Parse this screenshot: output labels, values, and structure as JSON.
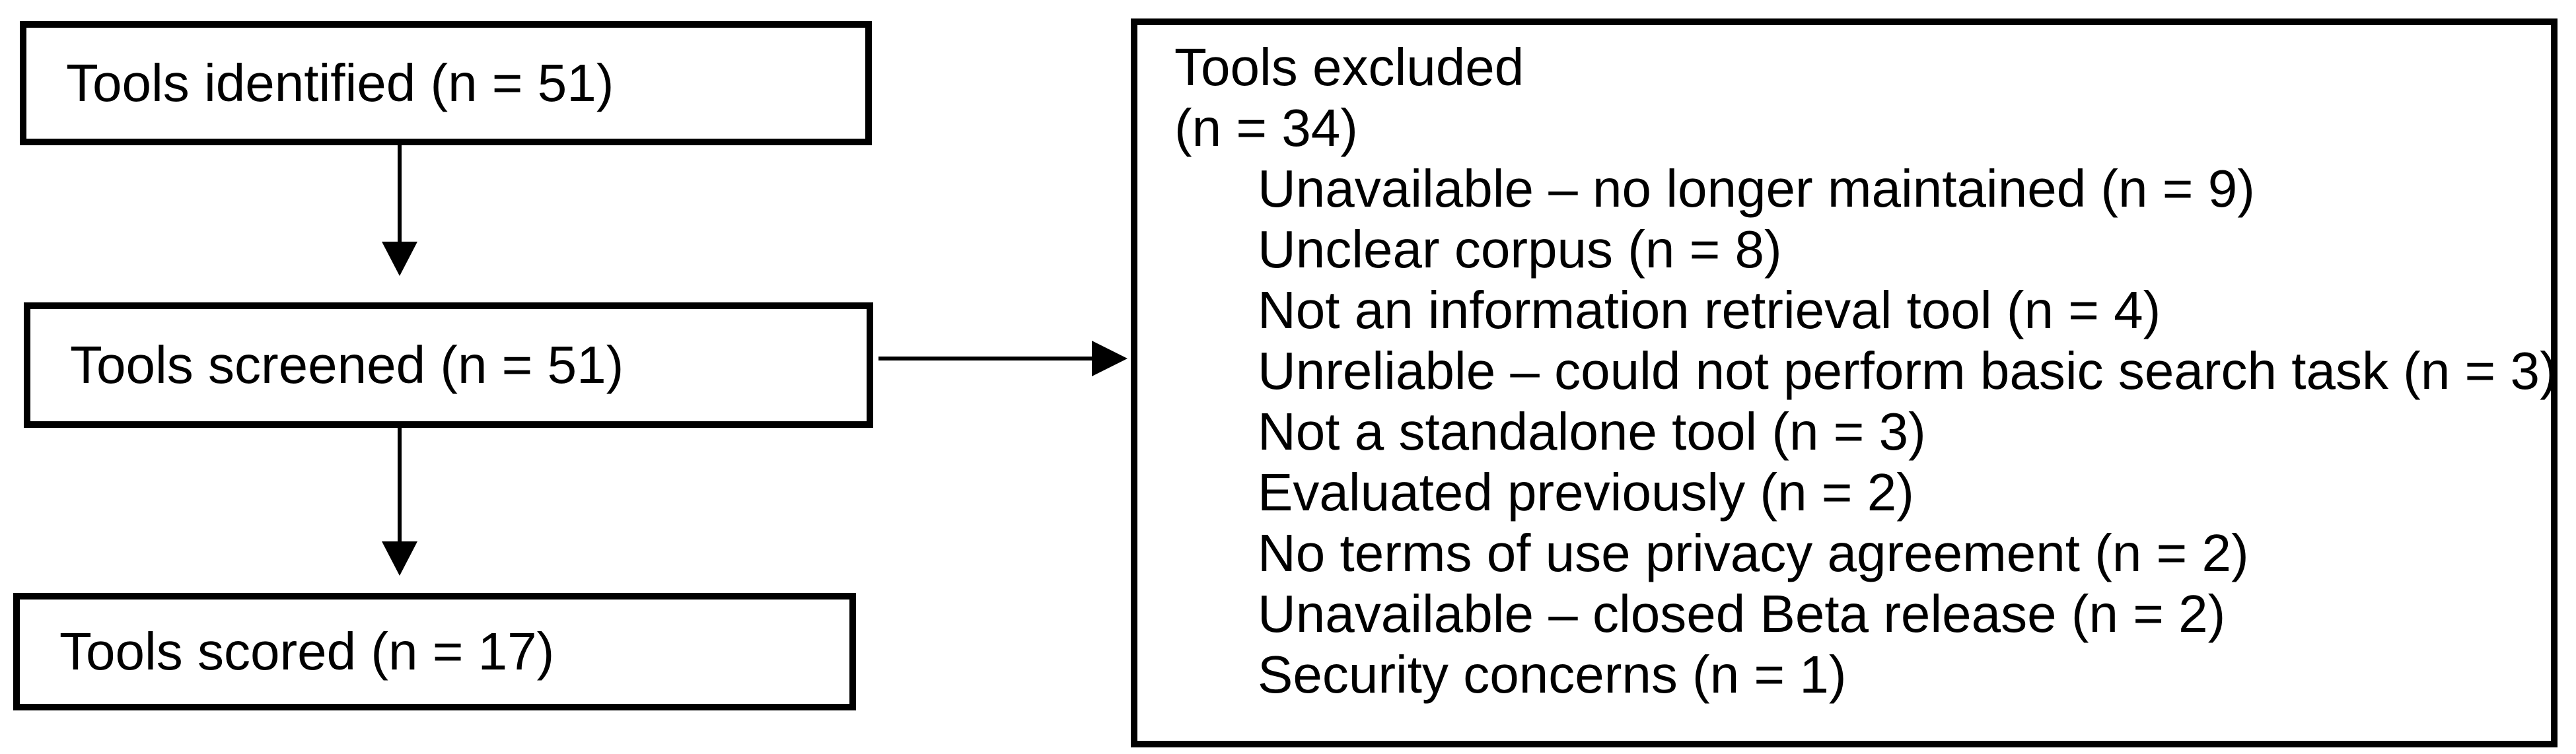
{
  "diagram": {
    "boxes": {
      "identified": {
        "label": "Tools identified (n = 51)"
      },
      "screened": {
        "label": "Tools screened (n = 51)"
      },
      "scored": {
        "label": "Tools scored (n = 17)"
      },
      "excluded": {
        "title": "Tools excluded",
        "count": "(n = 34)",
        "reasons": [
          "Unavailable – no longer maintained (n = 9)",
          "Unclear corpus (n = 8)",
          "Not an information retrieval tool (n = 4)",
          "Unreliable – could not perform basic search task (n = 3)",
          "Not a standalone tool (n = 3)",
          "Evaluated previously (n = 2)",
          "No terms of use privacy agreement (n = 2)",
          "Unavailable – closed Beta release (n = 2)",
          "Security concerns (n = 1)"
        ]
      }
    },
    "colors": {
      "border": "#000000",
      "text": "#000000",
      "background": "#ffffff"
    }
  }
}
